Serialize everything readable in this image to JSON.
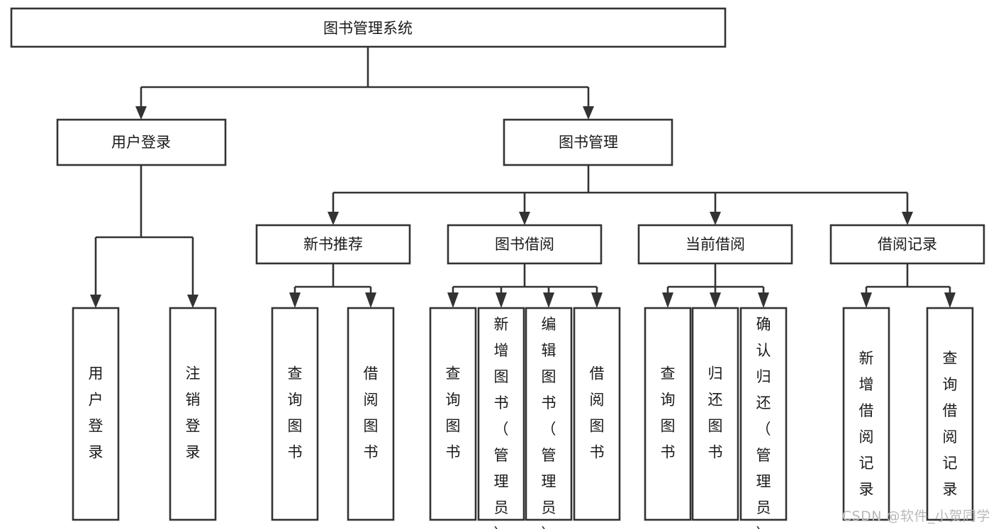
{
  "diagram": {
    "title": "图书管理系统",
    "type": "tree-hierarchy-chart",
    "watermark": "CSDN @软件_小贺同学",
    "root": {
      "id": "root",
      "label": "图书管理系统"
    },
    "level2": [
      {
        "id": "user-login",
        "label": "用户登录"
      },
      {
        "id": "book-manage",
        "label": "图书管理"
      }
    ],
    "level3": [
      {
        "id": "new-book-recommend",
        "label": "新书推荐",
        "parent": "book-manage"
      },
      {
        "id": "book-borrow",
        "label": "图书借阅",
        "parent": "book-manage"
      },
      {
        "id": "current-borrow",
        "label": "当前借阅",
        "parent": "book-manage"
      },
      {
        "id": "borrow-record",
        "label": "借阅记录",
        "parent": "book-manage"
      }
    ],
    "leaves": {
      "user-login": [
        {
          "id": "leaf-user-login",
          "label": "用户登录"
        },
        {
          "id": "leaf-user-logout",
          "label": "注销登录"
        }
      ],
      "new-book-recommend": [
        {
          "id": "leaf-query-book-1",
          "label": "查询图书"
        },
        {
          "id": "leaf-borrow-book-1",
          "label": "借阅图书"
        }
      ],
      "book-borrow": [
        {
          "id": "leaf-query-book-2",
          "label": "查询图书"
        },
        {
          "id": "leaf-add-book",
          "label": "新增图书（管理员）"
        },
        {
          "id": "leaf-edit-book",
          "label": "编辑图书（管理员）"
        },
        {
          "id": "leaf-borrow-book-2",
          "label": "借阅图书"
        }
      ],
      "current-borrow": [
        {
          "id": "leaf-query-book-3",
          "label": "查询图书"
        },
        {
          "id": "leaf-return-book",
          "label": "归还图书"
        },
        {
          "id": "leaf-confirm-return",
          "label": "确认归还（管理员）"
        }
      ],
      "borrow-record": [
        {
          "id": "leaf-add-record",
          "label": "新增借阅记录"
        },
        {
          "id": "leaf-query-record",
          "label": "查询借阅记录"
        }
      ]
    },
    "colors": {
      "stroke": "#333333",
      "fill": "#ffffff",
      "text": "#1a1a1a",
      "watermark": "#b8b8b8"
    }
  }
}
